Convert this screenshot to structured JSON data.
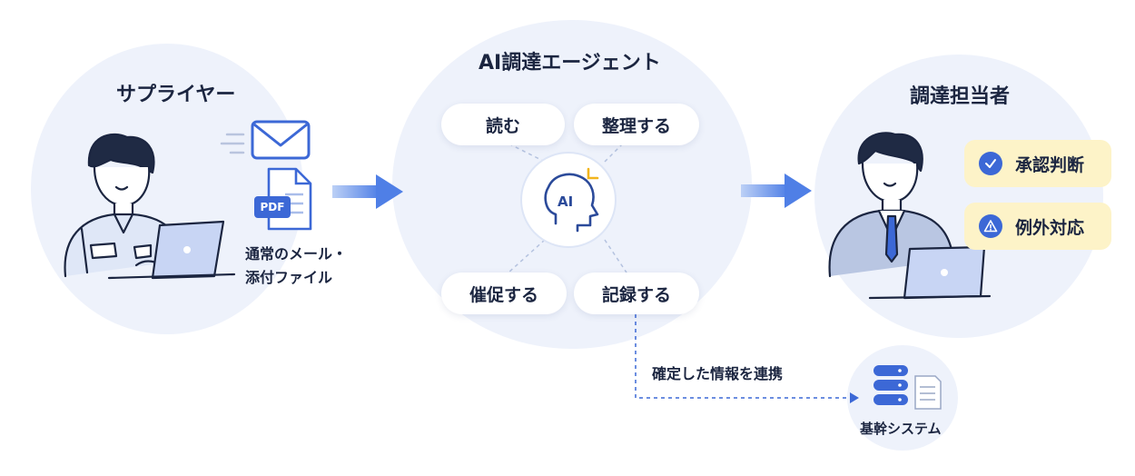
{
  "supplier": {
    "title": "サプライヤー",
    "caption_line1": "通常のメール・",
    "caption_line2": "添付ファイル",
    "pdf_label": "PDF"
  },
  "agent": {
    "title": "AI調達エージェント",
    "core_label": "AI",
    "actions": {
      "read": "読む",
      "organize": "整理する",
      "prompt": "催促する",
      "record": "記録する"
    }
  },
  "buyer": {
    "title": "調達担当者",
    "approval": "承認判断",
    "exception": "例外対応"
  },
  "link": {
    "label": "確定した情報を連携"
  },
  "system": {
    "title": "基幹システム"
  },
  "colors": {
    "circle": "#eef2fb",
    "accent": "#3c68d6",
    "highlight": "#fdf3c8",
    "arrow": "#4f7fe6"
  }
}
